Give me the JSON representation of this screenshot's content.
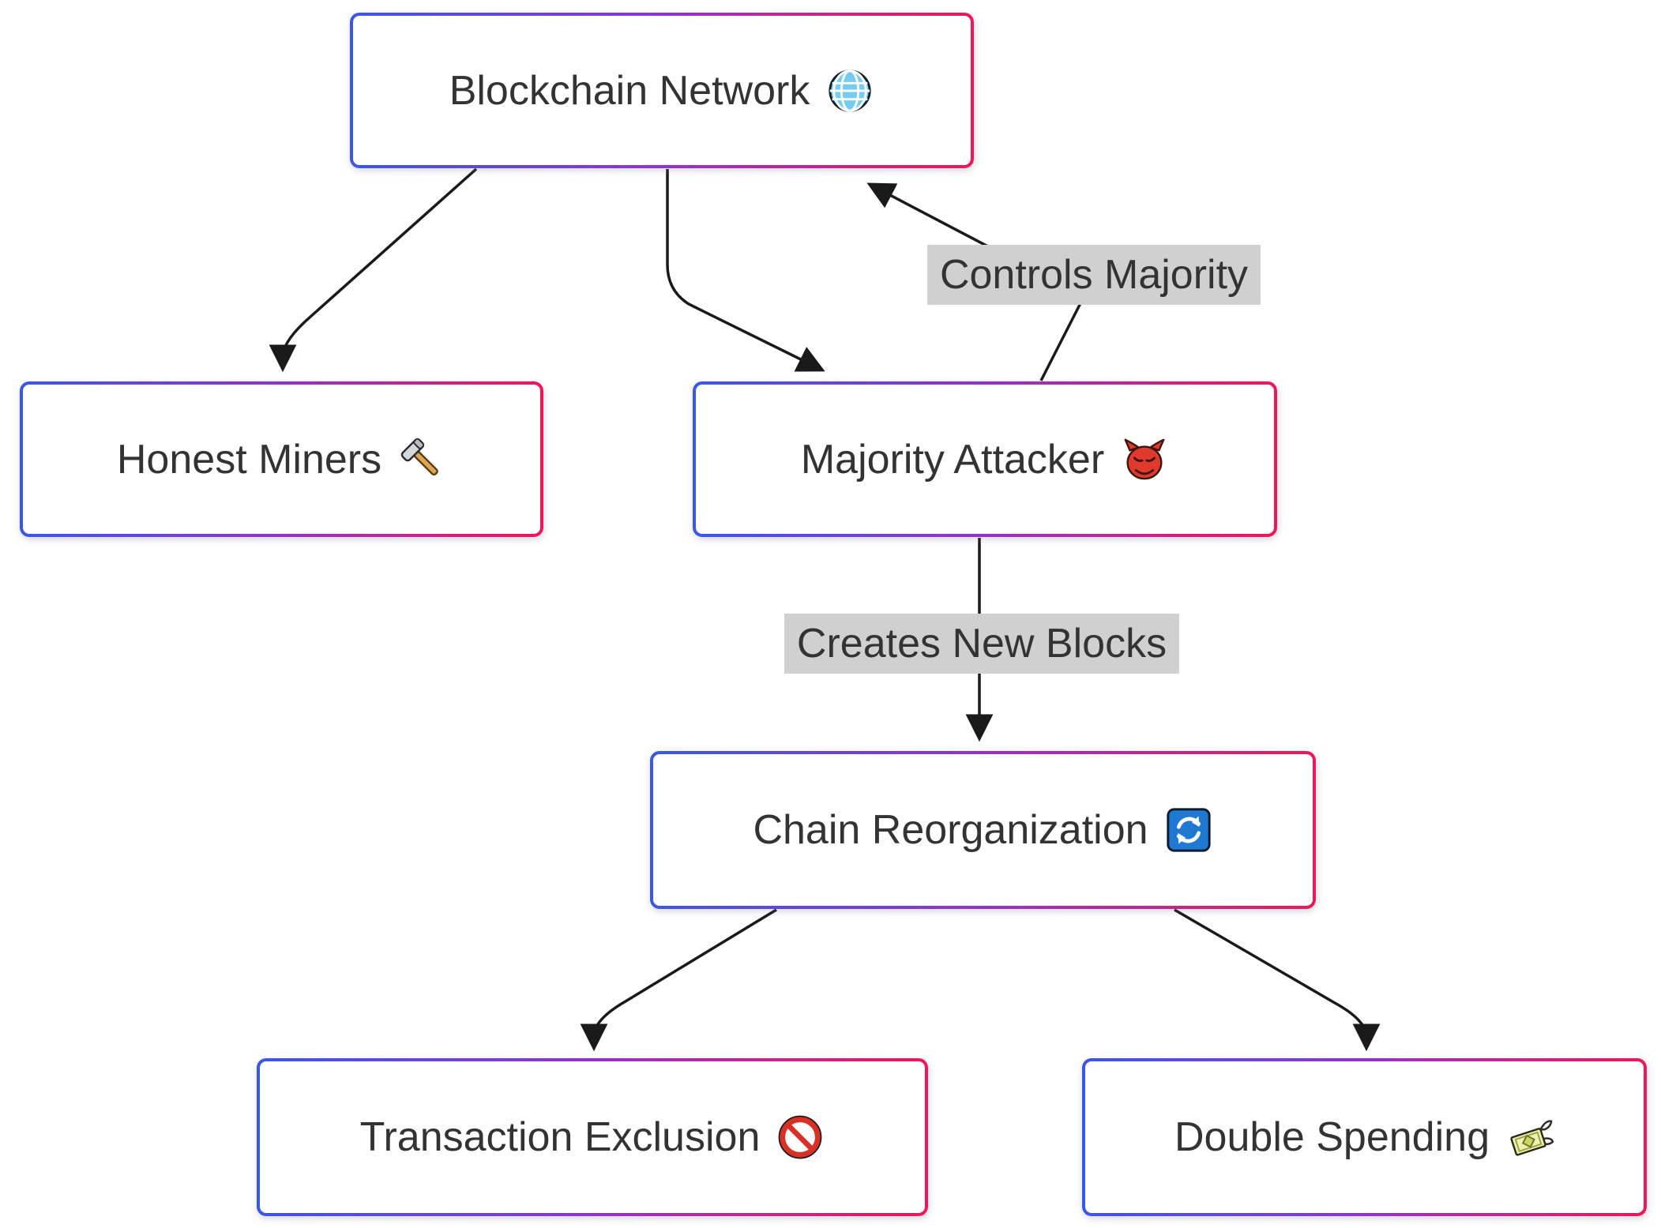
{
  "diagram": {
    "type": "flowchart",
    "direction": "top-down",
    "nodes": {
      "blockchain_network": {
        "label": "Blockchain Network",
        "icon": "globe"
      },
      "honest_miners": {
        "label": "Honest Miners",
        "icon": "hammer"
      },
      "majority_attacker": {
        "label": "Majority Attacker",
        "icon": "devil-face"
      },
      "chain_reorganization": {
        "label": "Chain Reorganization",
        "icon": "refresh"
      },
      "transaction_exclusion": {
        "label": "Transaction Exclusion",
        "icon": "prohibited"
      },
      "double_spending": {
        "label": "Double Spending",
        "icon": "money-with-wings"
      }
    },
    "edges": {
      "network_to_miners": {
        "from": "Blockchain Network",
        "to": "Honest Miners"
      },
      "network_to_attacker": {
        "from": "Blockchain Network",
        "to": "Majority Attacker"
      },
      "attacker_to_network": {
        "from": "Majority Attacker",
        "to": "Blockchain Network",
        "label": "Controls Majority"
      },
      "attacker_to_reorg": {
        "from": "Majority Attacker",
        "to": "Chain Reorganization",
        "label": "Creates New Blocks"
      },
      "reorg_to_exclusion": {
        "from": "Chain Reorganization",
        "to": "Transaction Exclusion"
      },
      "reorg_to_double_spending": {
        "from": "Chain Reorganization",
        "to": "Double Spending"
      }
    },
    "colors": {
      "node_border_gradient_start": "#3a57e8",
      "node_border_gradient_mid": "#9333c9",
      "node_border_gradient_end": "#ee1758",
      "node_fill": "#ffffff",
      "node_text": "#333333",
      "edge_label_bg": "#d0d0d0",
      "edge_stroke": "#1a1a1a",
      "canvas_bg": "#ffffff",
      "globe_icon_blue": "#74cdf0",
      "refresh_icon_blue": "#1f78d1",
      "devil_icon_red": "#e03a2c",
      "prohibited_icon_red": "#d93025",
      "hammer_icon_gold": "#e3a455",
      "money_icon_green": "#eef2b0"
    }
  }
}
